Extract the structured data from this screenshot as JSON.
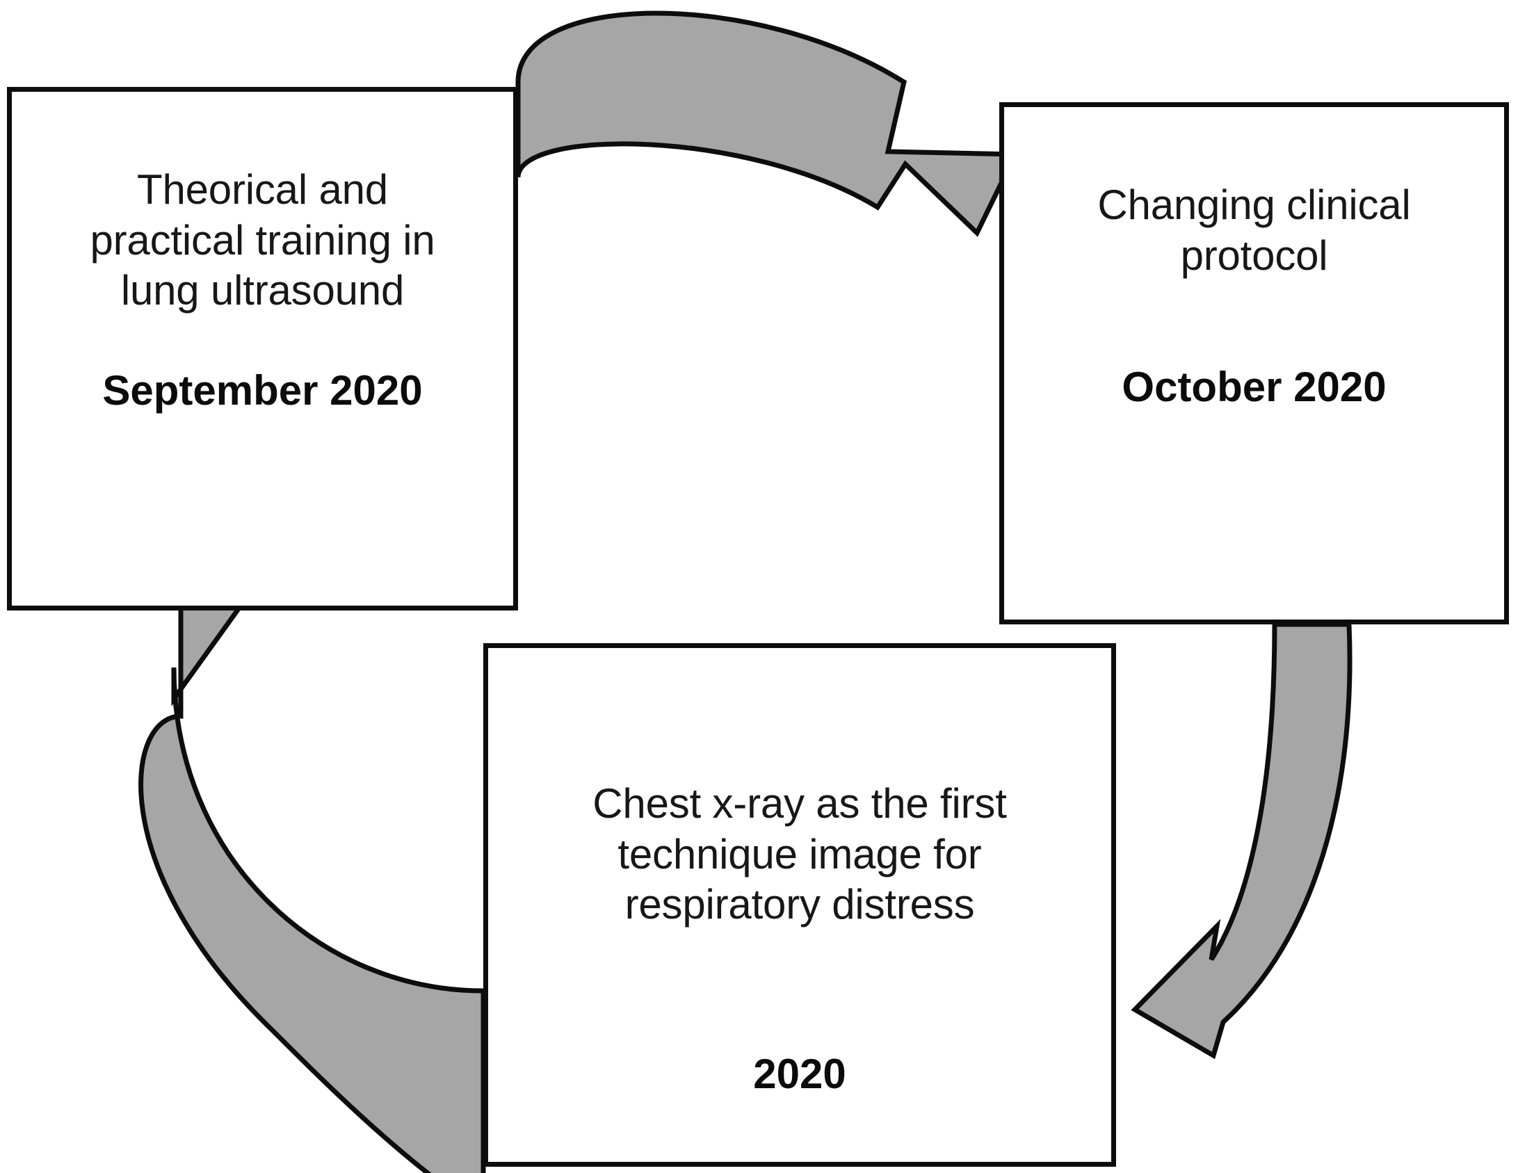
{
  "diagram": {
    "type": "cyclical-process-flow",
    "title": "",
    "accent_color": "#a6a6a6",
    "outline_color": "#0d0d0d",
    "background_color": "#ffffff",
    "nodes": [
      {
        "id": "training",
        "position": "left",
        "title": "Theorical and\npractical training in\nlung ultrasound",
        "date": "September 2020"
      },
      {
        "id": "protocol",
        "position": "right",
        "title": "Changing clinical\nprotocol",
        "date": "October 2020"
      },
      {
        "id": "xray",
        "position": "bottom",
        "title": "Chest x-ray as the first\ntechnique image for\nrespiratory distress",
        "date": "2020"
      }
    ],
    "connectors": [
      {
        "id": "top-arrow",
        "from": "training",
        "to": "protocol",
        "shape": "curved-arrow",
        "direction": "clockwise"
      },
      {
        "id": "right-arrow",
        "from": "protocol",
        "to": "xray",
        "shape": "curved-arrow",
        "direction": "clockwise"
      },
      {
        "id": "left-arrow",
        "from": "xray",
        "to": "training",
        "shape": "curved-arrow",
        "direction": "clockwise"
      }
    ]
  }
}
